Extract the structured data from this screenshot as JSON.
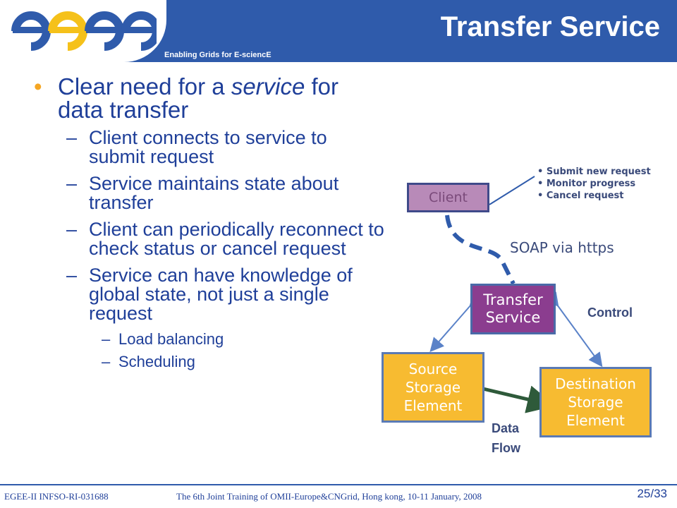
{
  "header": {
    "title": "Transfer Service",
    "logo_text": "egee",
    "tagline": "Enabling Grids for E-sciencE"
  },
  "content": {
    "bullet": {
      "before": "Clear need for a ",
      "emphasis": "service",
      "after": " for data transfer"
    },
    "sub_bullets": [
      "Client connects to service to submit request",
      "Service maintains state about transfer",
      "Client can periodically reconnect to check status or cancel request",
      "Service can have knowledge of global state, not just a single request"
    ],
    "sub_sub_bullets": [
      "Load balancing",
      "Scheduling"
    ]
  },
  "diagram": {
    "client": "Client",
    "transfer_line1": "Transfer",
    "transfer_line2": "Service",
    "source_line1": "Source",
    "source_line2": "Storage",
    "source_line3": "Element",
    "dest_line1": "Destination",
    "dest_line2": "Storage",
    "dest_line3": "Element",
    "notes": [
      "Submit new request",
      "Monitor progress",
      "Cancel request"
    ],
    "soap": "SOAP via https",
    "control": "Control",
    "dataflow_line1": "Data",
    "dataflow_line2": "Flow"
  },
  "footer": {
    "left": "EGEE-II INFSO-RI-031688",
    "center": "The 6th Joint Training of OMII-Europe&CNGrid, Hong kong, 10-11 January, 2008",
    "page": "25/33"
  },
  "colors": {
    "header_bg": "#2f5bab",
    "text": "#1f3f99",
    "bullet_dot": "#f5a623",
    "storage_fill": "#f7bb31",
    "transfer_fill": "#8b3d8f",
    "client_fill": "#b88ab8"
  }
}
